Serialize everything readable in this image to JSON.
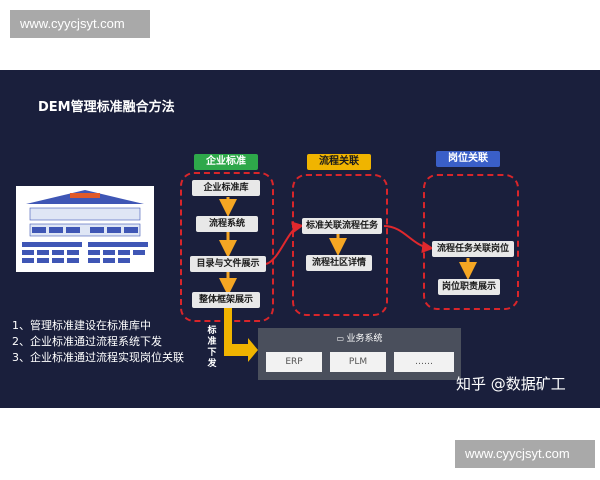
{
  "watermark": {
    "top": "www.cyycjsyt.com",
    "bottom": "www.cyycjsyt.com"
  },
  "slide": {
    "title": "DEM管理标准融合方法",
    "columns": {
      "enterprise": {
        "header": "企业标准",
        "color": "#2ea84a",
        "nodes": [
          "企业标准库",
          "流程系统",
          "目录与文件展示",
          "整体框架展示"
        ]
      },
      "process": {
        "header": "流程关联",
        "color": "#f0b400",
        "nodes": [
          "标准关联流程任务",
          "流程社区详情"
        ]
      },
      "post": {
        "header": "岗位关联",
        "color": "#3a5fc8",
        "nodes": [
          "流程任务关联岗位",
          "岗位职责展示"
        ]
      }
    },
    "vertical_label": "标准下发",
    "business": {
      "title": "业务系统",
      "items": [
        "ERP",
        "PLM",
        "……"
      ]
    },
    "list": [
      "1、管理标准建设在标准库中",
      "2、企业标准通过流程系统下发",
      "3、企业标准通过流程实现岗位关联"
    ],
    "brand": "知乎 @数据矿工"
  }
}
